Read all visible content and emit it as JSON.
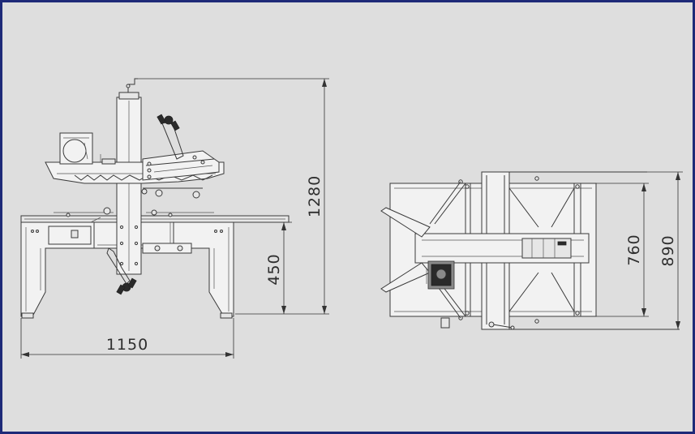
{
  "drawing": {
    "dimensions": {
      "overall_width": "1150",
      "overall_height": "1280",
      "table_height": "450",
      "plan_inner_width": "760",
      "plan_outer_width": "890"
    }
  },
  "colors": {
    "background": "#dedede",
    "frame": "#1e2a78",
    "line": "#3a3a3a"
  }
}
